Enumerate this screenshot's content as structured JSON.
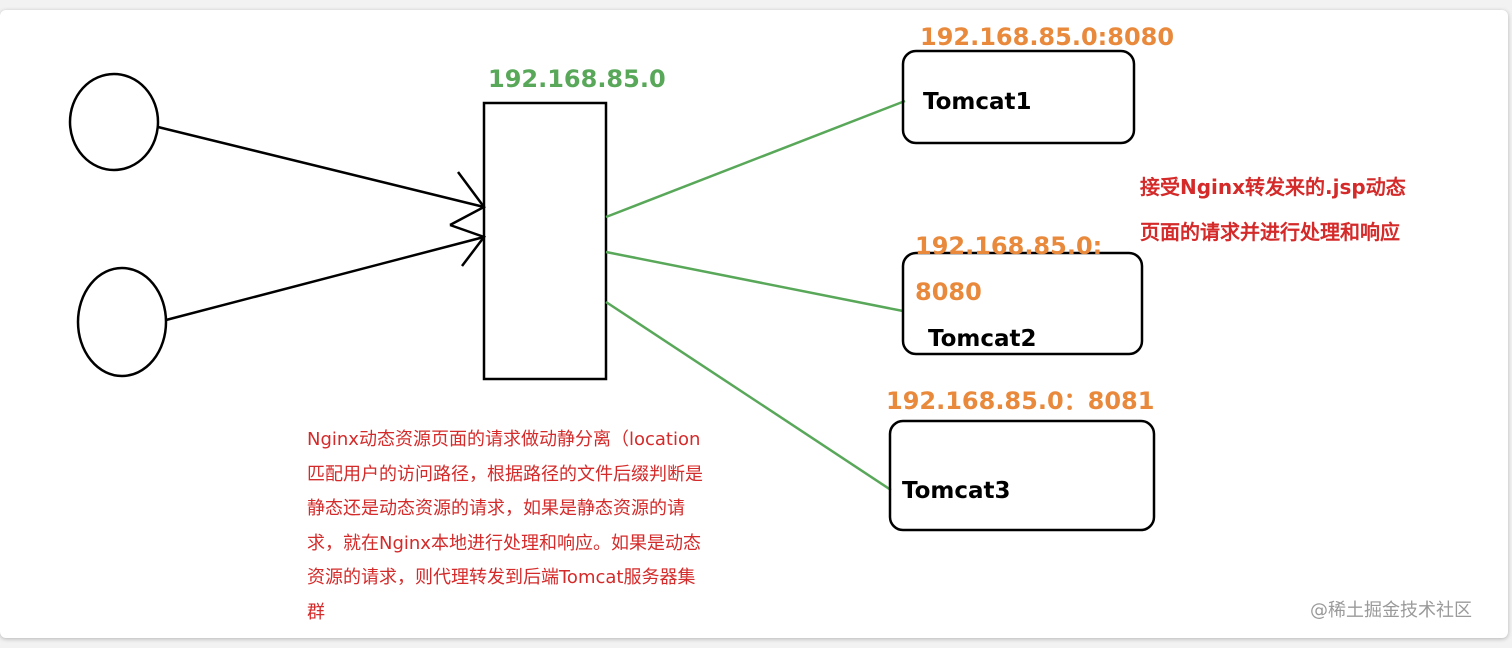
{
  "colors": {
    "green": "#59a85a",
    "orange": "#e8893c",
    "red": "#d42a2a",
    "black": "#000000"
  },
  "nginx": {
    "ip": "192.168.85.0"
  },
  "tomcats": [
    {
      "name": "Tomcat1",
      "ip": "192.168.85.0:8080"
    },
    {
      "name": "Tomcat2",
      "ip_line1": "192.168.85.0:",
      "ip_line2": "8080"
    },
    {
      "name": "Tomcat3",
      "ip": "192.168.85.0：8081"
    }
  ],
  "tomcat_note": {
    "lines": [
      "接受Nginx转发来的.jsp动态",
      "页面的请求并进行处理和响应"
    ]
  },
  "nginx_note": {
    "lines": [
      "Nginx动态资源页面的请求做动静分离（location",
      "匹配用户的访问路径，根据路径的文件后缀判断是",
      "静态还是动态资源的请求，如果是静态资源的请",
      "求，就在Nginx本地进行处理和响应。如果是动态",
      "资源的请求，则代理转发到后端Tomcat服务器集",
      "群"
    ]
  },
  "watermark": "@稀土掘金技术社区"
}
